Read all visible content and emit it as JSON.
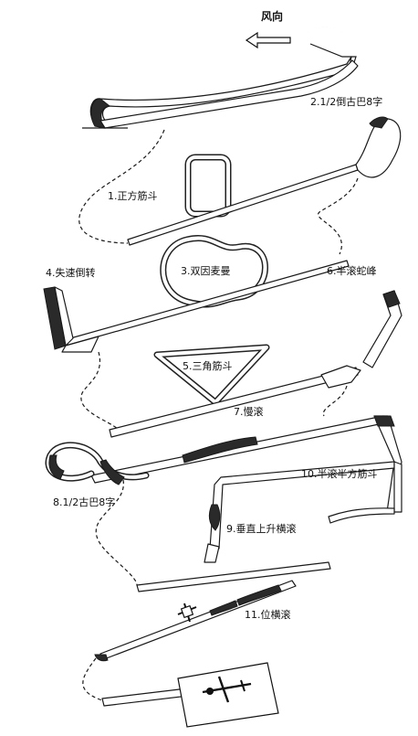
{
  "wind": {
    "label": "风向",
    "icon": "left-arrow-icon"
  },
  "maneuvers": [
    {
      "id": "m2",
      "label": "2.1/2倒古巴8字"
    },
    {
      "id": "m1",
      "label": "1.正方筋斗"
    },
    {
      "id": "m4",
      "label": "4.失速倒转"
    },
    {
      "id": "m3",
      "label": "3.双因麦曼"
    },
    {
      "id": "m6",
      "label": "6.半滚蛇峰"
    },
    {
      "id": "m5",
      "label": "5.三角筋斗"
    },
    {
      "id": "m7",
      "label": "7.慢滚"
    },
    {
      "id": "m10",
      "label": "10.半滚半方筋斗"
    },
    {
      "id": "m8",
      "label": "8.1/2古巴8字"
    },
    {
      "id": "m9",
      "label": "9.垂直上升横滚"
    },
    {
      "id": "m11",
      "label": "11.位横滚"
    }
  ]
}
